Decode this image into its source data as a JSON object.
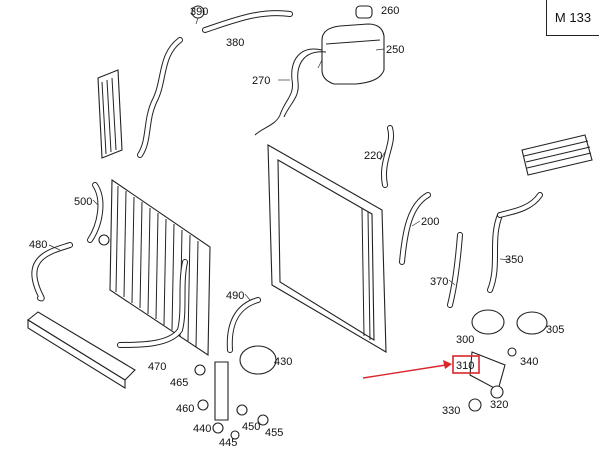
{
  "model_label": "M 133",
  "callouts": [
    "390",
    "380",
    "260",
    "250",
    "270",
    "220",
    "200",
    "500",
    "480",
    "350",
    "370",
    "490",
    "430",
    "300",
    "305",
    "310",
    "340",
    "470",
    "465",
    "460",
    "440",
    "450",
    "445",
    "455",
    "330",
    "320"
  ],
  "highlight": {
    "label": "310",
    "color": "#d9262b"
  }
}
